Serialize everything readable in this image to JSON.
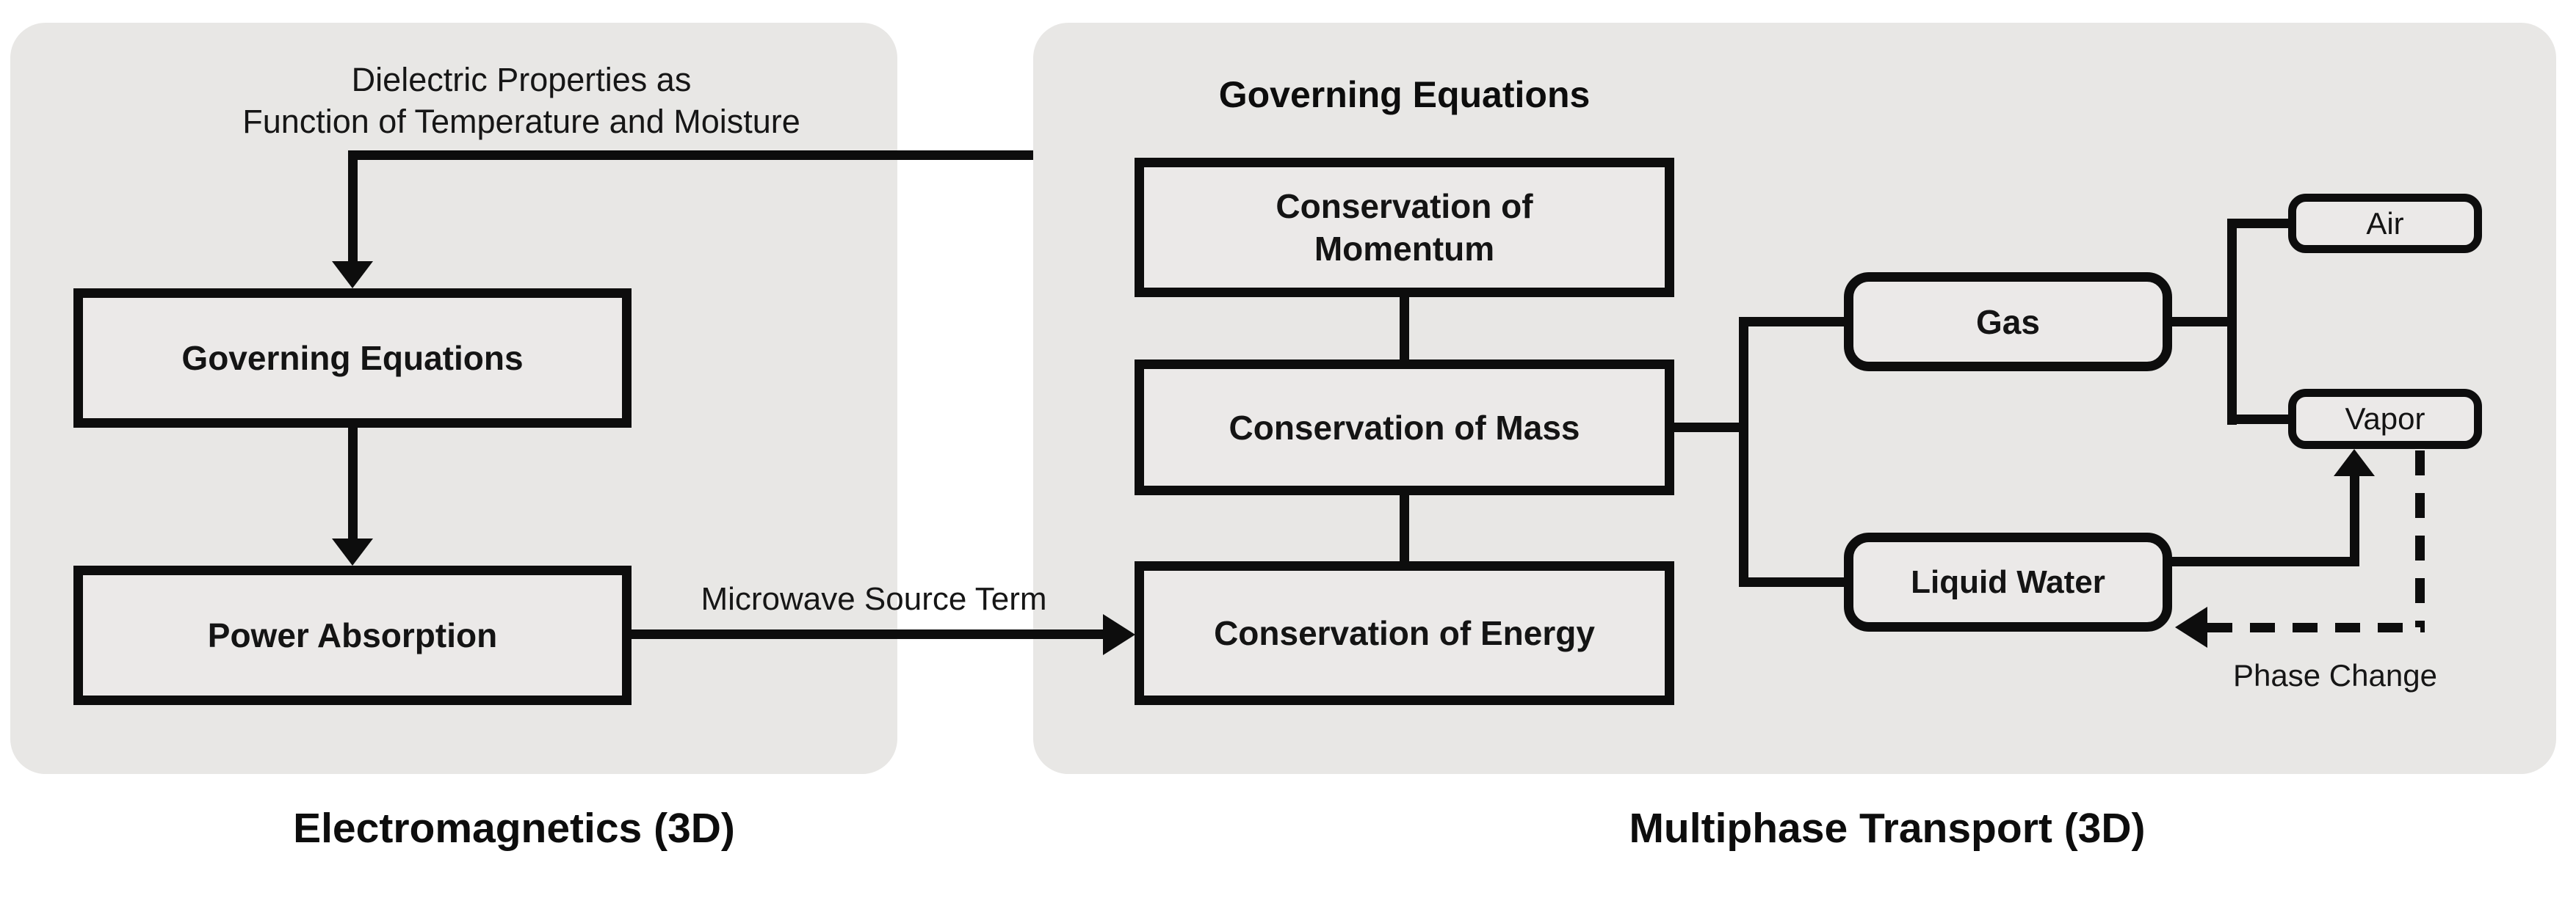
{
  "electromagnetics": {
    "caption": "Electromagnetics (3D)",
    "note": {
      "line1": "Dielectric Properties as",
      "line2": "Function of Temperature and Moisture"
    },
    "nodes": {
      "governing_equations": "Governing Equations",
      "power_absorption": "Power Absorption"
    }
  },
  "multiphase": {
    "caption": "Multiphase Transport (3D)",
    "title": "Governing Equations",
    "nodes": {
      "momentum": {
        "line1": "Conservation of",
        "line2": "Momentum"
      },
      "mass": "Conservation of Mass",
      "energy": "Conservation of Energy",
      "gas": "Gas",
      "air": "Air",
      "vapor": "Vapor",
      "liquid_water": "Liquid Water"
    },
    "labels": {
      "phase_change": "Phase Change"
    }
  },
  "edge_labels": {
    "microwave_source_term": "Microwave Source Term"
  },
  "edges": [
    {
      "from": "multiphase-panel",
      "to": "em-governing-equations",
      "label": "Dielectric Properties as Function of Temperature and Moisture",
      "style": "solid-arrow"
    },
    {
      "from": "em-governing-equations",
      "to": "em-power-absorption",
      "style": "solid-arrow"
    },
    {
      "from": "em-power-absorption",
      "to": "mt-conservation-of-energy",
      "label": "Microwave Source Term",
      "style": "solid-arrow"
    },
    {
      "from": "mt-conservation-of-momentum",
      "to": "mt-conservation-of-mass",
      "style": "line"
    },
    {
      "from": "mt-conservation-of-mass",
      "to": "mt-conservation-of-energy",
      "style": "line"
    },
    {
      "from": "mt-conservation-of-mass",
      "to": "gas",
      "style": "line"
    },
    {
      "from": "mt-conservation-of-mass",
      "to": "liquid-water",
      "style": "line"
    },
    {
      "from": "gas",
      "to": "air",
      "style": "line"
    },
    {
      "from": "gas",
      "to": "vapor",
      "style": "line"
    },
    {
      "from": "liquid-water",
      "to": "vapor",
      "style": "solid-arrow"
    },
    {
      "from": "vapor",
      "to": "liquid-water",
      "label": "Phase Change",
      "style": "dashed-arrow"
    }
  ],
  "colors": {
    "background": "#ffffff",
    "panel_bg": "#e8e7e5",
    "node_fill": "#ebe9e8",
    "line": "#0d0d0d",
    "text": "#141414"
  }
}
